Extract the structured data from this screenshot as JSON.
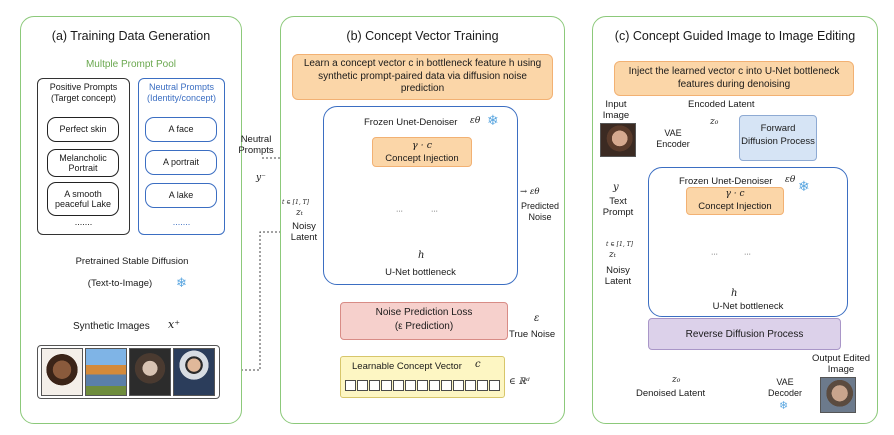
{
  "panel_a": {
    "title": "(a) Training Data Generation",
    "pool_title": "Multple Prompt Pool",
    "positive_header_1": "Positive Prompts",
    "positive_header_2": "(Target concept)",
    "positive_items": [
      "Perfect skin",
      "Melancholic Portrait",
      "A smooth peaceful Lake",
      "......."
    ],
    "neutral_header_1": "Neutral Prompts",
    "neutral_header_2": "(Identity/concept)",
    "neutral_items": [
      "A face",
      "A portrait",
      "A lake",
      "......."
    ],
    "sd_label_1": "Pretrained Stable Diffusion",
    "sd_label_2": "(Text-to-Image)",
    "synthetic_label": "Synthetic Images",
    "synthetic_symbol": "x⁺"
  },
  "panel_b": {
    "title": "(b) Concept Vector Training",
    "header_box": "Learn a concept vector c in bottleneck feature h using synthetic prompt-paired data via diffusion noise prediction",
    "unet_title": "Frozen Unet-Denoiser",
    "unet_symbol": "εθ",
    "injection_formula": "γ · c",
    "injection_label": "Concept Injection",
    "h_label": "h",
    "bottleneck_label": "U-Net bottleneck",
    "neutral_prompts_1": "Neutral",
    "neutral_prompts_2": "Prompts",
    "y_minus": "y⁻",
    "t_range": "t ∈ [1, T]",
    "zt": "zₜ",
    "noisy_latent_1": "Noisy",
    "noisy_latent_2": "Latent",
    "eps_theta": "→ εθ",
    "predicted_noise_1": "Predicted",
    "predicted_noise_2": "Noise",
    "loss_1": "Noise Prediction Loss",
    "loss_2": "(ε Prediction)",
    "epsilon": "ε",
    "true_noise": "True Noise",
    "vector_label": "Learnable Concept Vector",
    "vector_symbol": "c",
    "vector_space": "∈ ℝᵈ",
    "dots": "···"
  },
  "panel_c": {
    "title": "(c) Concept Guided Image to Image Editing",
    "header_box": "Inject the learned vector c into U-Net bottleneck features during denoising",
    "input_image_1": "Input",
    "input_image_2": "Image",
    "encoded_latent": "Encoded Latent",
    "vae_encoder_1": "VAE",
    "vae_encoder_2": "Encoder",
    "z0": "z₀",
    "forward_1": "Forward",
    "forward_2": "Diffusion Process",
    "unet_title": "Frozen Unet-Denoiser",
    "unet_symbol": "εθ",
    "injection_formula": "γ · c",
    "injection_label": "Concept Injection",
    "y": "y",
    "text_prompt_1": "Text",
    "text_prompt_2": "Prompt",
    "t_range": "t ∈ [1, T]",
    "zt": "zₜ",
    "noisy_latent_1": "Noisy",
    "noisy_latent_2": "Latent",
    "h_label": "h",
    "bottleneck_label": "U-Net bottleneck",
    "reverse_label": "Reverse Diffusion Process",
    "z0_out": "z₀",
    "denoised_latent": "Denoised Latent",
    "vae_decoder_1": "VAE",
    "vae_decoder_2": "Decoder",
    "output_1": "Output Edited",
    "output_2": "Image",
    "dots": "···"
  },
  "colors": {
    "panel_border": "#8cc97a",
    "unet_border": "#3b6ec2",
    "neutral_title": "#3b6ec2",
    "pool_title": "#6aa84f",
    "bottleneck_bar": "#1f8fd6",
    "loss_arrow": "#d32f2f"
  }
}
